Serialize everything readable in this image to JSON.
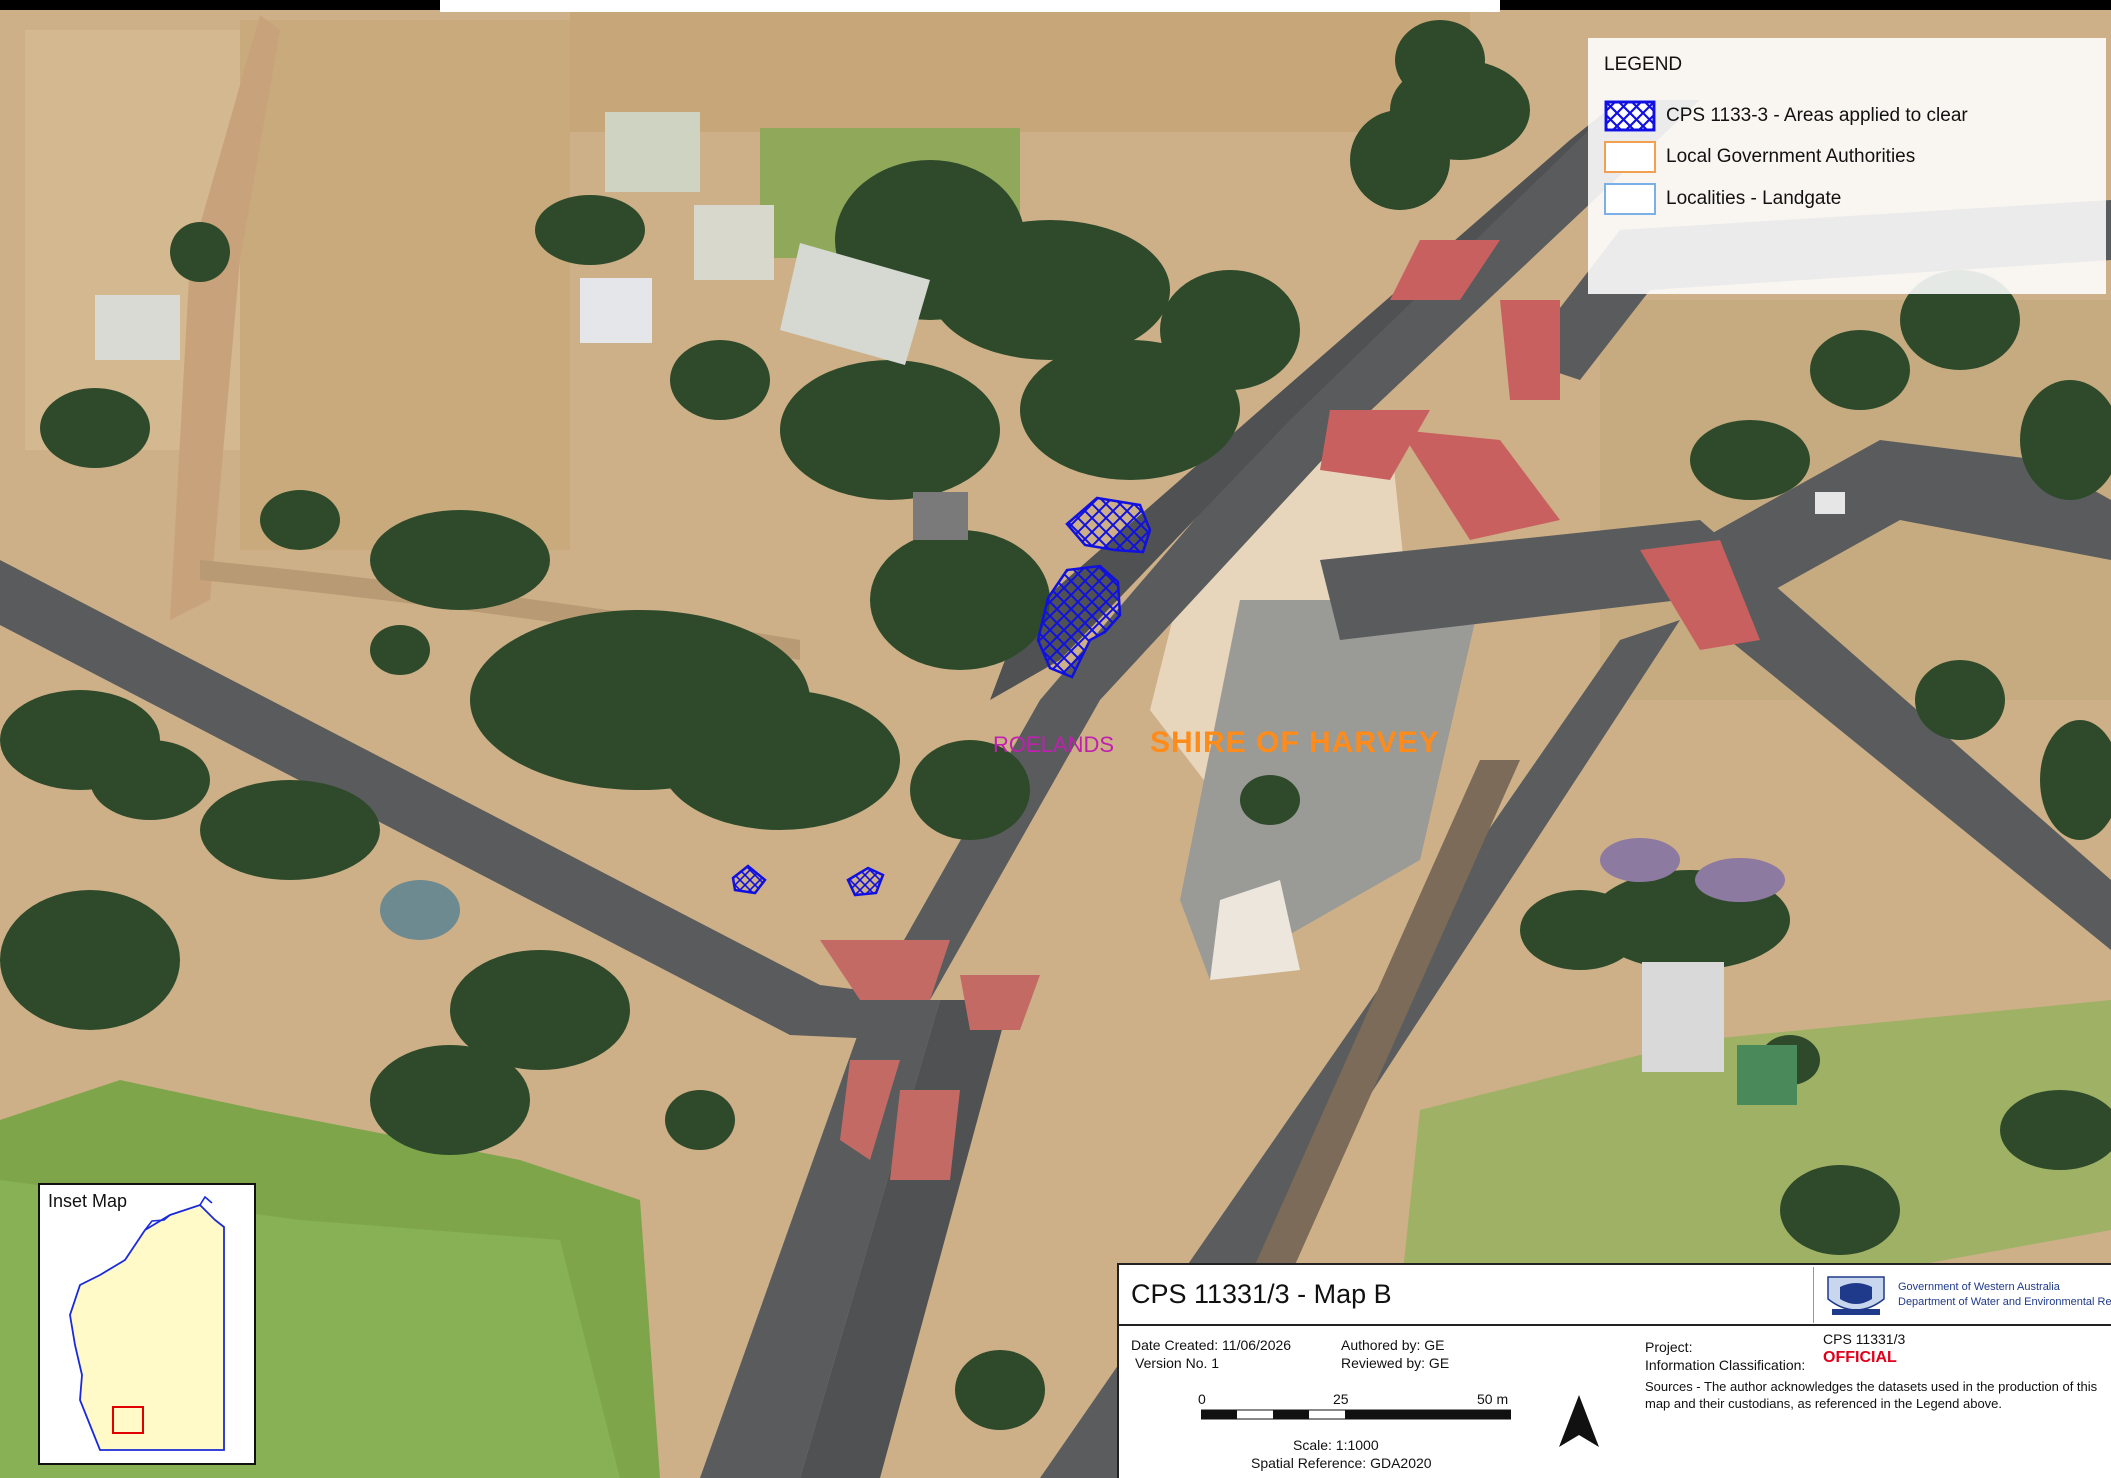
{
  "colors": {
    "clearing_areas": "#1010e0",
    "lga_outline": "#f0a050",
    "locality_outline": "#7ab0e8",
    "locality_label": "#c020b0",
    "lga_label": "#ff8c1a",
    "official": "#e0001b",
    "inset_land": "#fffac8",
    "inset_coast": "#1a2ad8",
    "inset_marker": "#e00000"
  },
  "legend": {
    "title": "LEGEND",
    "items": [
      {
        "label": "CPS 1133-3 - Areas applied to clear",
        "symbol": "hatch-icon"
      },
      {
        "label": "Local Government Authorities",
        "symbol": "orange-outline"
      },
      {
        "label": "Localities - Landgate",
        "symbol": "blue-outline"
      }
    ]
  },
  "map_labels": {
    "locality": "ROELANDS",
    "lga": "SHIRE OF HARVEY"
  },
  "inset": {
    "title": "Inset Map"
  },
  "title_block": {
    "map_title": "CPS 11331/3 - Map B",
    "logo_line1": "Government of Western Australia",
    "logo_line2": "Department of Water and Environmental Regulation",
    "date_created": "Date Created: 11/06/2026",
    "version": "Version No. 1",
    "authored_by": "Authored by: GE",
    "reviewed_by": "Reviewed by: GE",
    "project_label": "Project:",
    "project_value": "CPS 11331/3",
    "classification_label": "Information Classification:",
    "classification_value": "OFFICIAL",
    "sources": "Sources - The author acknowledges the datasets used in the production of this map and their custodians, as referenced in the Legend above.",
    "scale_ticks": [
      "0",
      "25",
      "50 m"
    ],
    "scale": "Scale: 1:1000",
    "spatial_reference": "Spatial Reference: GDA2020"
  }
}
